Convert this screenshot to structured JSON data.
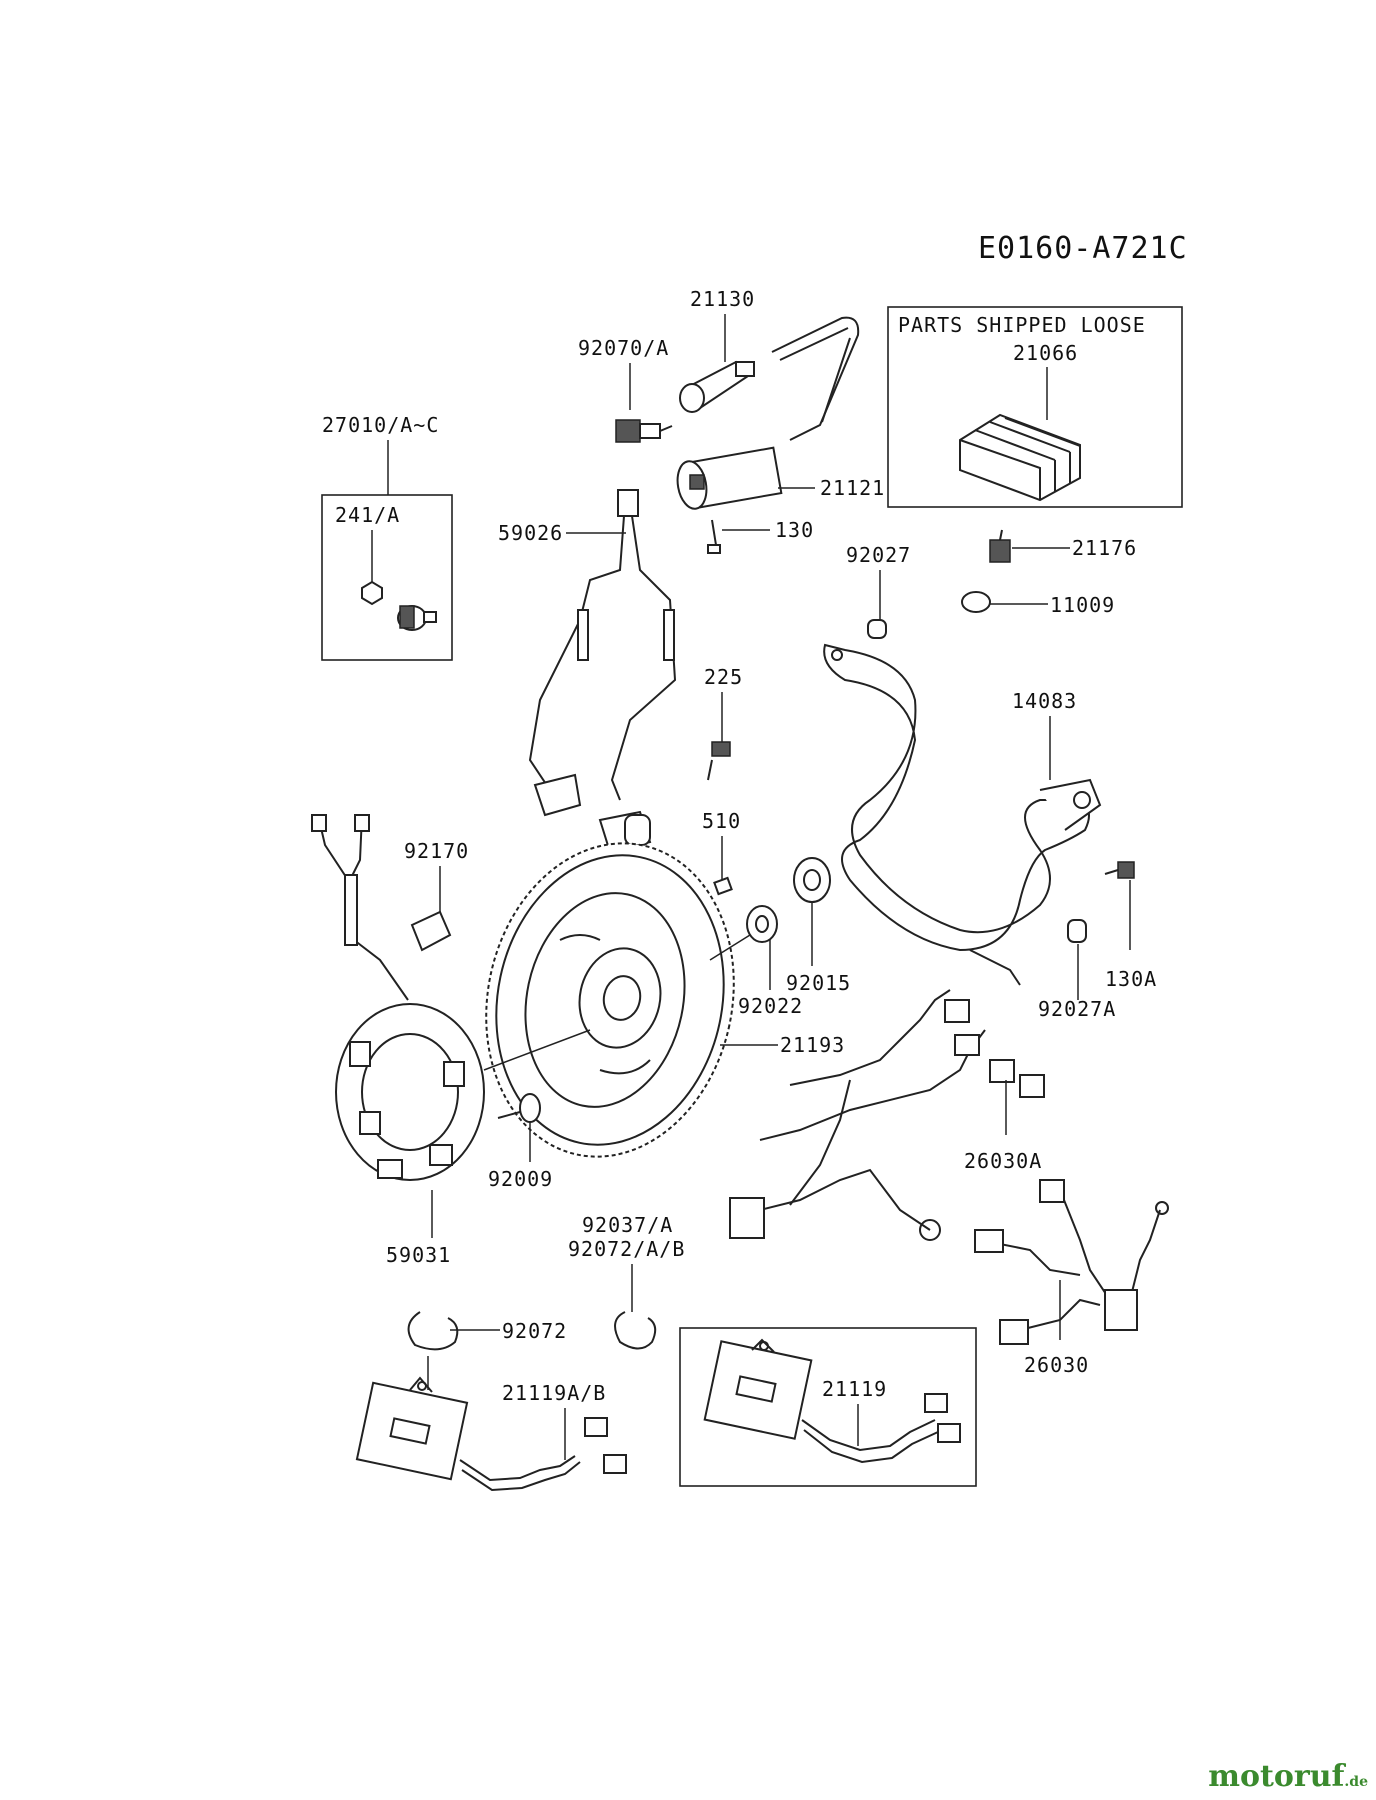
{
  "diagram_code": "E0160-A721C",
  "loose_box_title": "PARTS SHIPPED LOOSE",
  "labels": {
    "p21130": "21130",
    "p92070": "92070/A",
    "p27010": "27010/A~C",
    "p241": "241/A",
    "p59026": "59026",
    "p21121": "21121",
    "p130": "130",
    "p21066": "21066",
    "p21176": "21176",
    "p92027": "92027",
    "p11009": "11009",
    "p225": "225",
    "p14083": "14083",
    "p510": "510",
    "p92170": "92170",
    "p92015": "92015",
    "p92022": "92022",
    "p130A": "130A",
    "p92027A": "92027A",
    "p21193": "21193",
    "p26030A": "26030A",
    "p92009": "92009",
    "p59031": "59031",
    "p92037": "92037/A",
    "p92072AB": "92072/A/B",
    "p92072": "92072",
    "p21119AB": "21119A/B",
    "p21119": "21119",
    "p26030": "26030"
  },
  "watermark": {
    "brand": "motoruf",
    "tld": ".de"
  }
}
